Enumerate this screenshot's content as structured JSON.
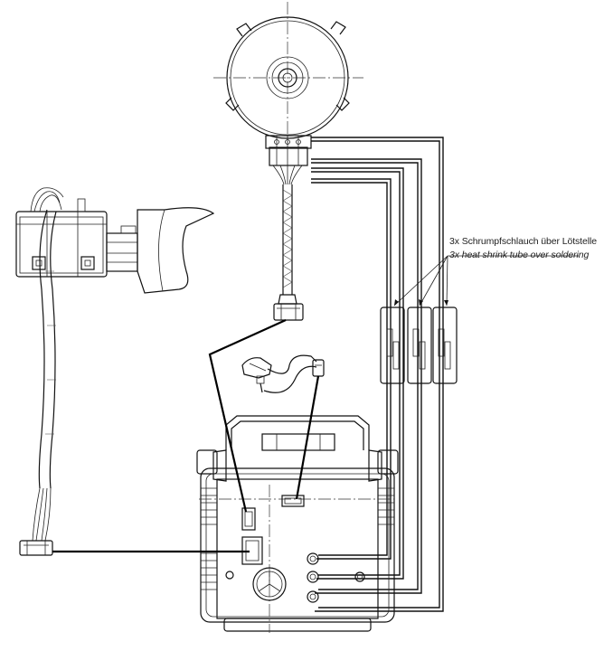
{
  "annotation": {
    "heat_shrink_de": "3x Schrumpfschlauch über Lötstelle",
    "heat_shrink_en": "3x heat shrink tube over soldering"
  },
  "components": {
    "motor": "motor-icon",
    "trigger_switch": "trigger-switch-icon",
    "control_board": "control-board-icon",
    "heat_shrink_tubes": 3
  }
}
